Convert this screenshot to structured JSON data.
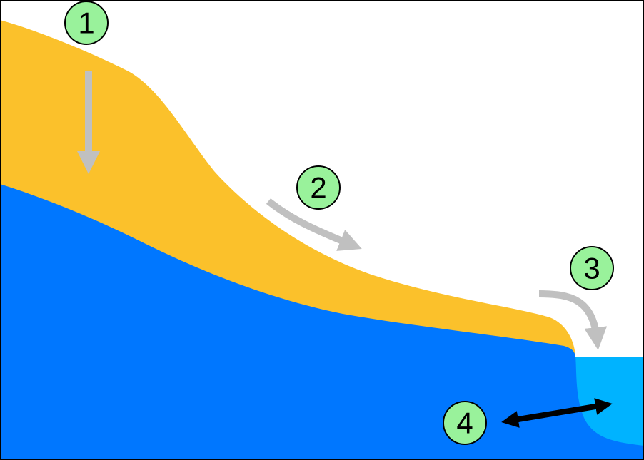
{
  "diagram": {
    "colors": {
      "background": "#ffffff",
      "upper_layer": "#fbc12b",
      "lower_layer": "#0077ff",
      "water": "#00b3ff",
      "badge_fill": "#99f29b",
      "arrow_gray": "#c0c0c0",
      "arrow_black": "#000000",
      "border": "#000000"
    },
    "markers": [
      {
        "label": "1",
        "arrow": "gray-down-arrow"
      },
      {
        "label": "2",
        "arrow": "gray-curved-arrow"
      },
      {
        "label": "3",
        "arrow": "gray-curved-down-arrow"
      },
      {
        "label": "4",
        "arrow": "black-double-headed-arrow"
      }
    ]
  }
}
